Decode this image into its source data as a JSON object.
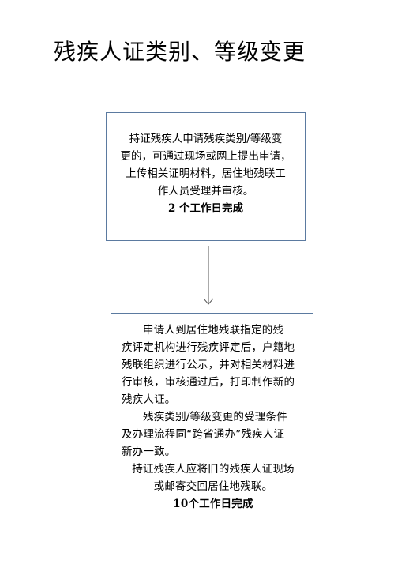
{
  "title": "残疾人证类别、等级变更",
  "step1": {
    "lines": [
      "持证残疾人申请残疾类别/等级变",
      "更的，可通过现场或网上提出申请，",
      "上传相关证明材料，居住地残联工",
      "作人员受理并审核。"
    ],
    "deadline": "2 个工作日完成"
  },
  "step2": {
    "lines": [
      "申请人到居住地残联指定的残",
      "疾评定机构进行残疾评定后，户籍地",
      "残联组织进行公示，并对相关材料进",
      "行审核，审核通过后，打印制作新的",
      "残疾人证。",
      "残疾类别/等级变更的受理条件",
      "及办理流程同“跨省通办”残疾人证",
      "新办一致。",
      "持证残疾人应将旧的残疾人证现场",
      "或邮寄交回居住地残联。"
    ],
    "deadline": "10个工作日完成"
  }
}
